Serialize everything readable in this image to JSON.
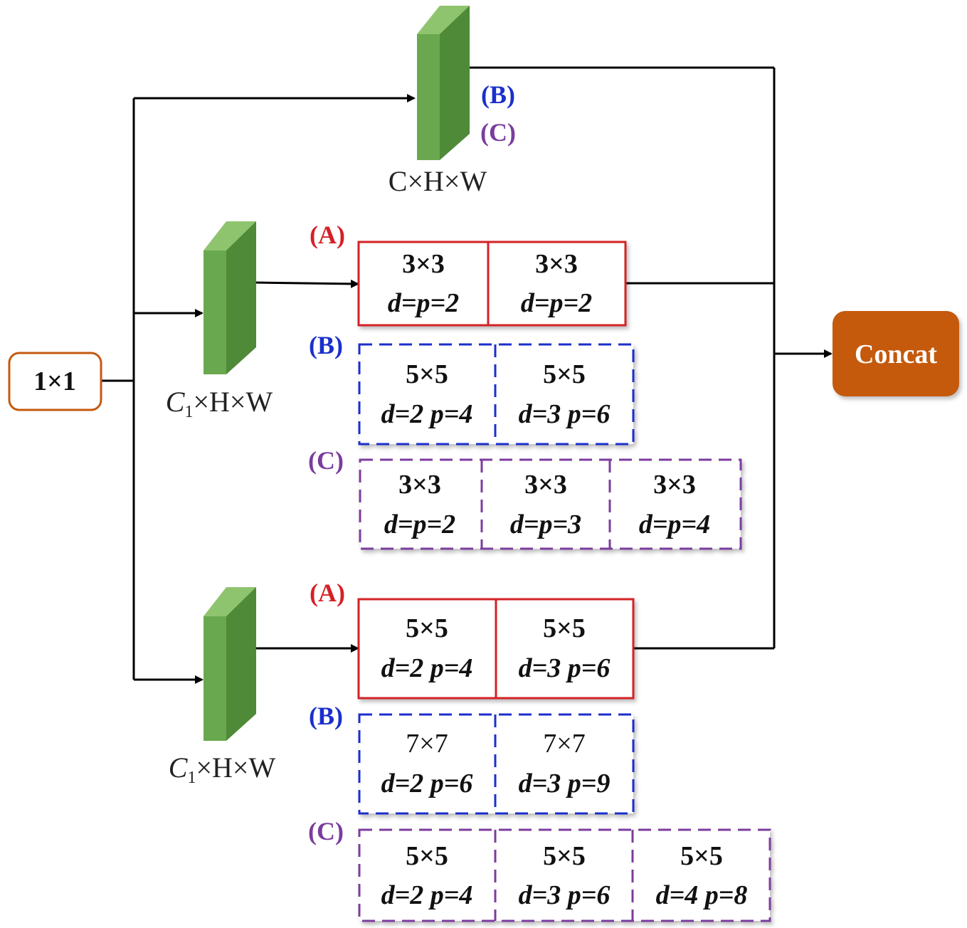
{
  "input_node": {
    "label": "1×1"
  },
  "output_node": {
    "label": "Concat"
  },
  "top_block": {
    "dim_label": "C×H×W",
    "branch_labels": [
      "(B)",
      "(C)"
    ]
  },
  "mid_block": {
    "dim_main": "C",
    "dim_sub": "1",
    "dim_rest": "×H×W"
  },
  "bot_block": {
    "dim_main": "C",
    "dim_sub": "1",
    "dim_rest": "×H×W"
  },
  "colors": {
    "A": "#d42027",
    "B": "#1a2fcc",
    "C": "#7b3c9e",
    "block_front": "#6aa84f",
    "block_side": "#4e8a37",
    "concat_fill": "#c55a11",
    "input_border": "#c55a11"
  },
  "group1": {
    "A": {
      "tag": "(A)",
      "cells": [
        {
          "size": "3×3",
          "param": "d=p=2"
        },
        {
          "size": "3×3",
          "param": "d=p=2"
        }
      ]
    },
    "B": {
      "tag": "(B)",
      "cells": [
        {
          "size": "5×5",
          "param": "d=2 p=4"
        },
        {
          "size": "5×5",
          "param": "d=3 p=6"
        }
      ]
    },
    "C": {
      "tag": "(C)",
      "cells": [
        {
          "size": "3×3",
          "param": "d=p=2"
        },
        {
          "size": "3×3",
          "param": "d=p=3"
        },
        {
          "size": "3×3",
          "param": "d=p=4"
        }
      ]
    }
  },
  "group2": {
    "A": {
      "tag": "(A)",
      "cells": [
        {
          "size": "5×5",
          "param": "d=2 p=4"
        },
        {
          "size": "5×5",
          "param": "d=3 p=6"
        }
      ]
    },
    "B": {
      "tag": "(B)",
      "cells": [
        {
          "size": "7×7",
          "param": "d=2 p=6"
        },
        {
          "size": "7×7",
          "param": "d=3 p=9"
        }
      ]
    },
    "C": {
      "tag": "(C)",
      "cells": [
        {
          "size": "5×5",
          "param": "d=2 p=4"
        },
        {
          "size": "5×5",
          "param": "d=3 p=6"
        },
        {
          "size": "5×5",
          "param": "d=4 p=8"
        }
      ]
    }
  }
}
